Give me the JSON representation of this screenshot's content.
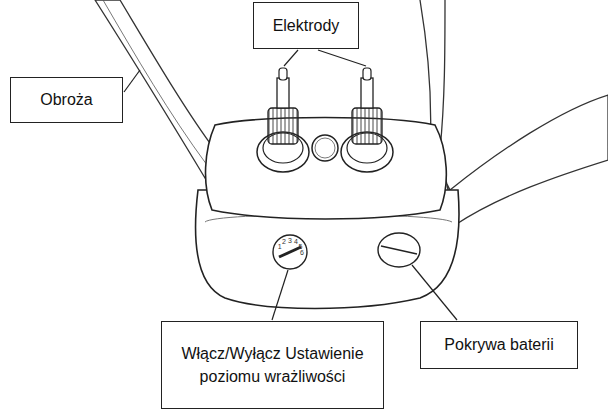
{
  "diagram": {
    "nodes": [
      {
        "text": [
          "Elektrody"
        ]
      },
      {
        "text": [
          "Obroża"
        ]
      },
      {
        "text": [
          "Włącz/Wyłącz Ustawienie poziomu wrażliwości"
        ]
      },
      {
        "text": [
          "Pokrywa baterii"
        ]
      }
    ],
    "labels": [
      "1",
      "2",
      "3",
      "4",
      "5",
      "6"
    ]
  }
}
